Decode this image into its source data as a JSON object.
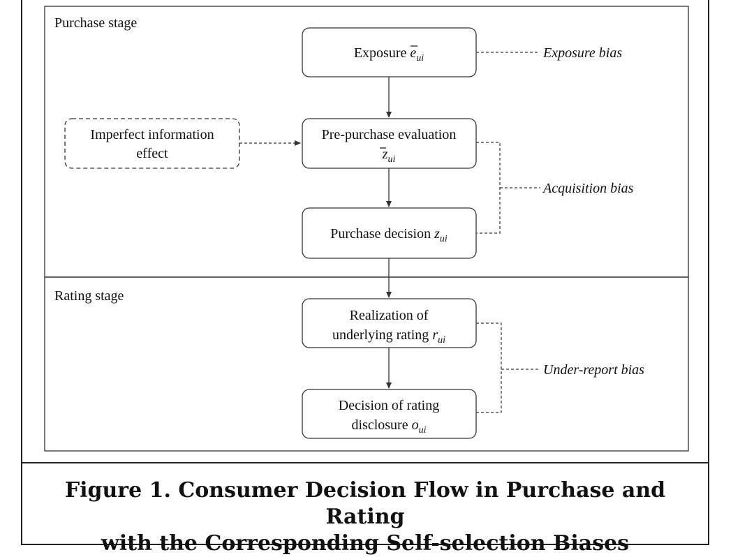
{
  "stages": {
    "purchase": "Purchase stage",
    "rating": "Rating stage"
  },
  "nodes": {
    "exposure": {
      "line1": "Exposure ",
      "sym": "e",
      "sub": "ui"
    },
    "pre_purchase": {
      "line1": "Pre-purchase evaluation",
      "sym": "z",
      "sub": "ui"
    },
    "purchase_decision": {
      "line1": "Purchase decision ",
      "sym": "z",
      "sub": "ui"
    },
    "realization": {
      "line1": "Realization of",
      "line2": "underlying rating ",
      "sym": "r",
      "sub": "ui"
    },
    "disclosure": {
      "line1": "Decision of rating",
      "line2": "disclosure ",
      "sym": "o",
      "sub": "ui"
    },
    "imperfect": {
      "line1": "Imperfect information",
      "line2": "effect"
    }
  },
  "biases": {
    "exposure": "Exposure bias",
    "acquisition": "Acquisition bias",
    "under_report": "Under-report bias"
  },
  "caption": {
    "line1": "Figure 1. Consumer Decision Flow in Purchase and Rating",
    "line2": "with the Corresponding Self-selection Biases"
  }
}
